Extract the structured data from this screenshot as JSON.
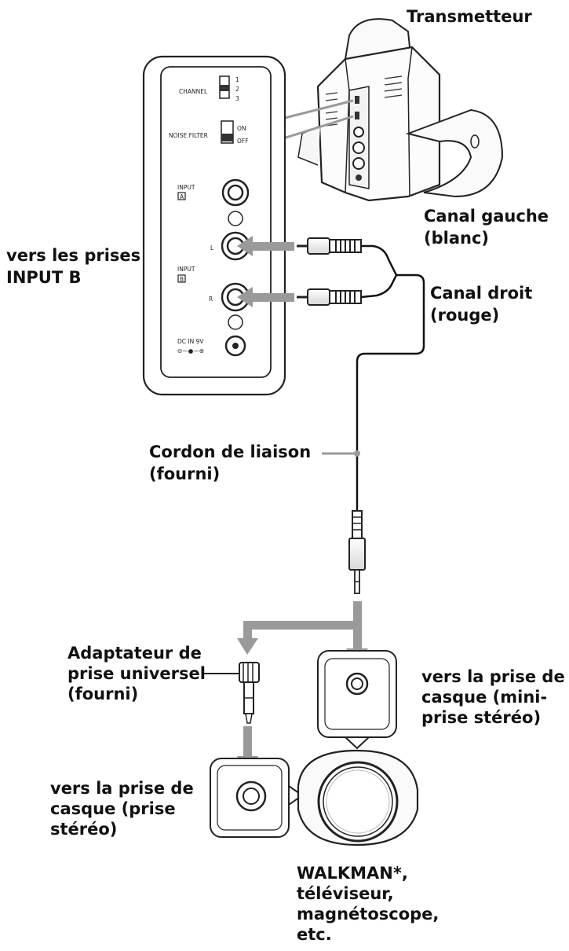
{
  "labels": {
    "transmitter": "Transmetteur",
    "left_channel_1": "Canal gauche",
    "left_channel_2": "(blanc)",
    "input_b_1": "vers les prises",
    "input_b_2": "INPUT B",
    "right_channel_1": "Canal droit",
    "right_channel_2": "(rouge)",
    "cord_1": "Cordon de liaison",
    "cord_2": "(fourni)",
    "adapter_1": "Adaptateur de",
    "adapter_2": "prise universel",
    "adapter_3": "(fourni)",
    "mini_jack_1": "vers la prise de",
    "mini_jack_2": "casque (mini-",
    "mini_jack_3": "prise stéréo)",
    "stereo_jack_1": "vers la prise de",
    "stereo_jack_2": "casque (prise",
    "stereo_jack_3": "stéréo)",
    "devices_1": "WALKMAN*,",
    "devices_2": "téléviseur,",
    "devices_3": "magnétoscope,",
    "devices_4": "etc."
  },
  "panel": {
    "channel": "CHANNEL",
    "ch_1": "1",
    "ch_2": "2",
    "ch_3": "3",
    "noise_filter": "NOISE FILTER",
    "on": "ON",
    "off": "OFF",
    "input_a_top": "INPUT",
    "input_a_letter": "A",
    "input_b_top": "INPUT",
    "input_b_letter": "B",
    "l": "L",
    "r": "R",
    "dc_in": "DC IN 9V"
  },
  "colors": {
    "arrow": "#9a9a9a",
    "ink": "#111111"
  }
}
